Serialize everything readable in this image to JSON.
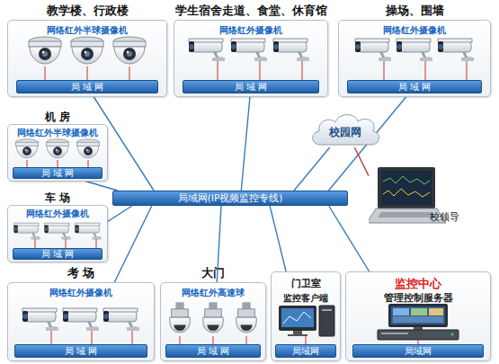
{
  "diagram": {
    "nodes": [
      {
        "text": [
          "教学楼、行政楼",
          "网络红外半球摄像机"
        ]
      },
      {
        "text": [
          "局 域 网"
        ],
        "in": 0
      },
      {
        "text": [
          "学生宿舍走道、食堂、休育馆",
          "网络红外摄像机"
        ]
      },
      {
        "text": [
          "局 域 网"
        ],
        "in": 2
      },
      {
        "text": [
          "操场、围墙",
          "网络红外摄像机"
        ]
      },
      {
        "text": [
          "局 域 网"
        ],
        "in": 4
      },
      {
        "text": [
          "机 房",
          "网络红外半球摄像机"
        ]
      },
      {
        "text": [
          "局 域 网"
        ],
        "in": 6
      },
      {
        "text": [
          "车 场",
          "网络红外摄像机"
        ]
      },
      {
        "text": [
          "局 域 网"
        ],
        "in": 8
      },
      {
        "text": [
          "校园网"
        ]
      },
      {
        "text": [
          "局域网(IP视频监控专线)"
        ]
      },
      {
        "text": [
          "校领导"
        ]
      },
      {
        "text": [
          "考 场",
          "网络红外摄像机"
        ]
      },
      {
        "text": [
          "局 域 网"
        ],
        "in": 13
      },
      {
        "text": [
          "大门",
          "网络红外高速球"
        ]
      },
      {
        "text": [
          "局 域 网"
        ],
        "in": 15
      },
      {
        "text": [
          "门卫室",
          "监控客户端"
        ]
      },
      {
        "text": [
          "局域网"
        ],
        "in": 17
      },
      {
        "text": [
          "监控中心",
          "管理控制服务器"
        ]
      },
      {
        "text": [
          "局域网"
        ],
        "in": 19
      }
    ],
    "edges": [
      {
        "from": 1,
        "to": 11,
        "arrow": "none"
      },
      {
        "from": 3,
        "to": 11,
        "arrow": "none"
      },
      {
        "from": 5,
        "to": 11,
        "arrow": "none"
      },
      {
        "from": 7,
        "to": 11,
        "arrow": "none"
      },
      {
        "from": 9,
        "to": 11,
        "arrow": "none"
      },
      {
        "from": 14,
        "to": 11,
        "arrow": "none"
      },
      {
        "from": 16,
        "to": 11,
        "arrow": "none"
      },
      {
        "from": 18,
        "to": 11,
        "arrow": "none"
      },
      {
        "from": 20,
        "to": 11,
        "arrow": "none"
      },
      {
        "from": 10,
        "to": 11,
        "arrow": "none"
      },
      {
        "from": 10,
        "to": 12,
        "arrow": "none"
      }
    ]
  }
}
